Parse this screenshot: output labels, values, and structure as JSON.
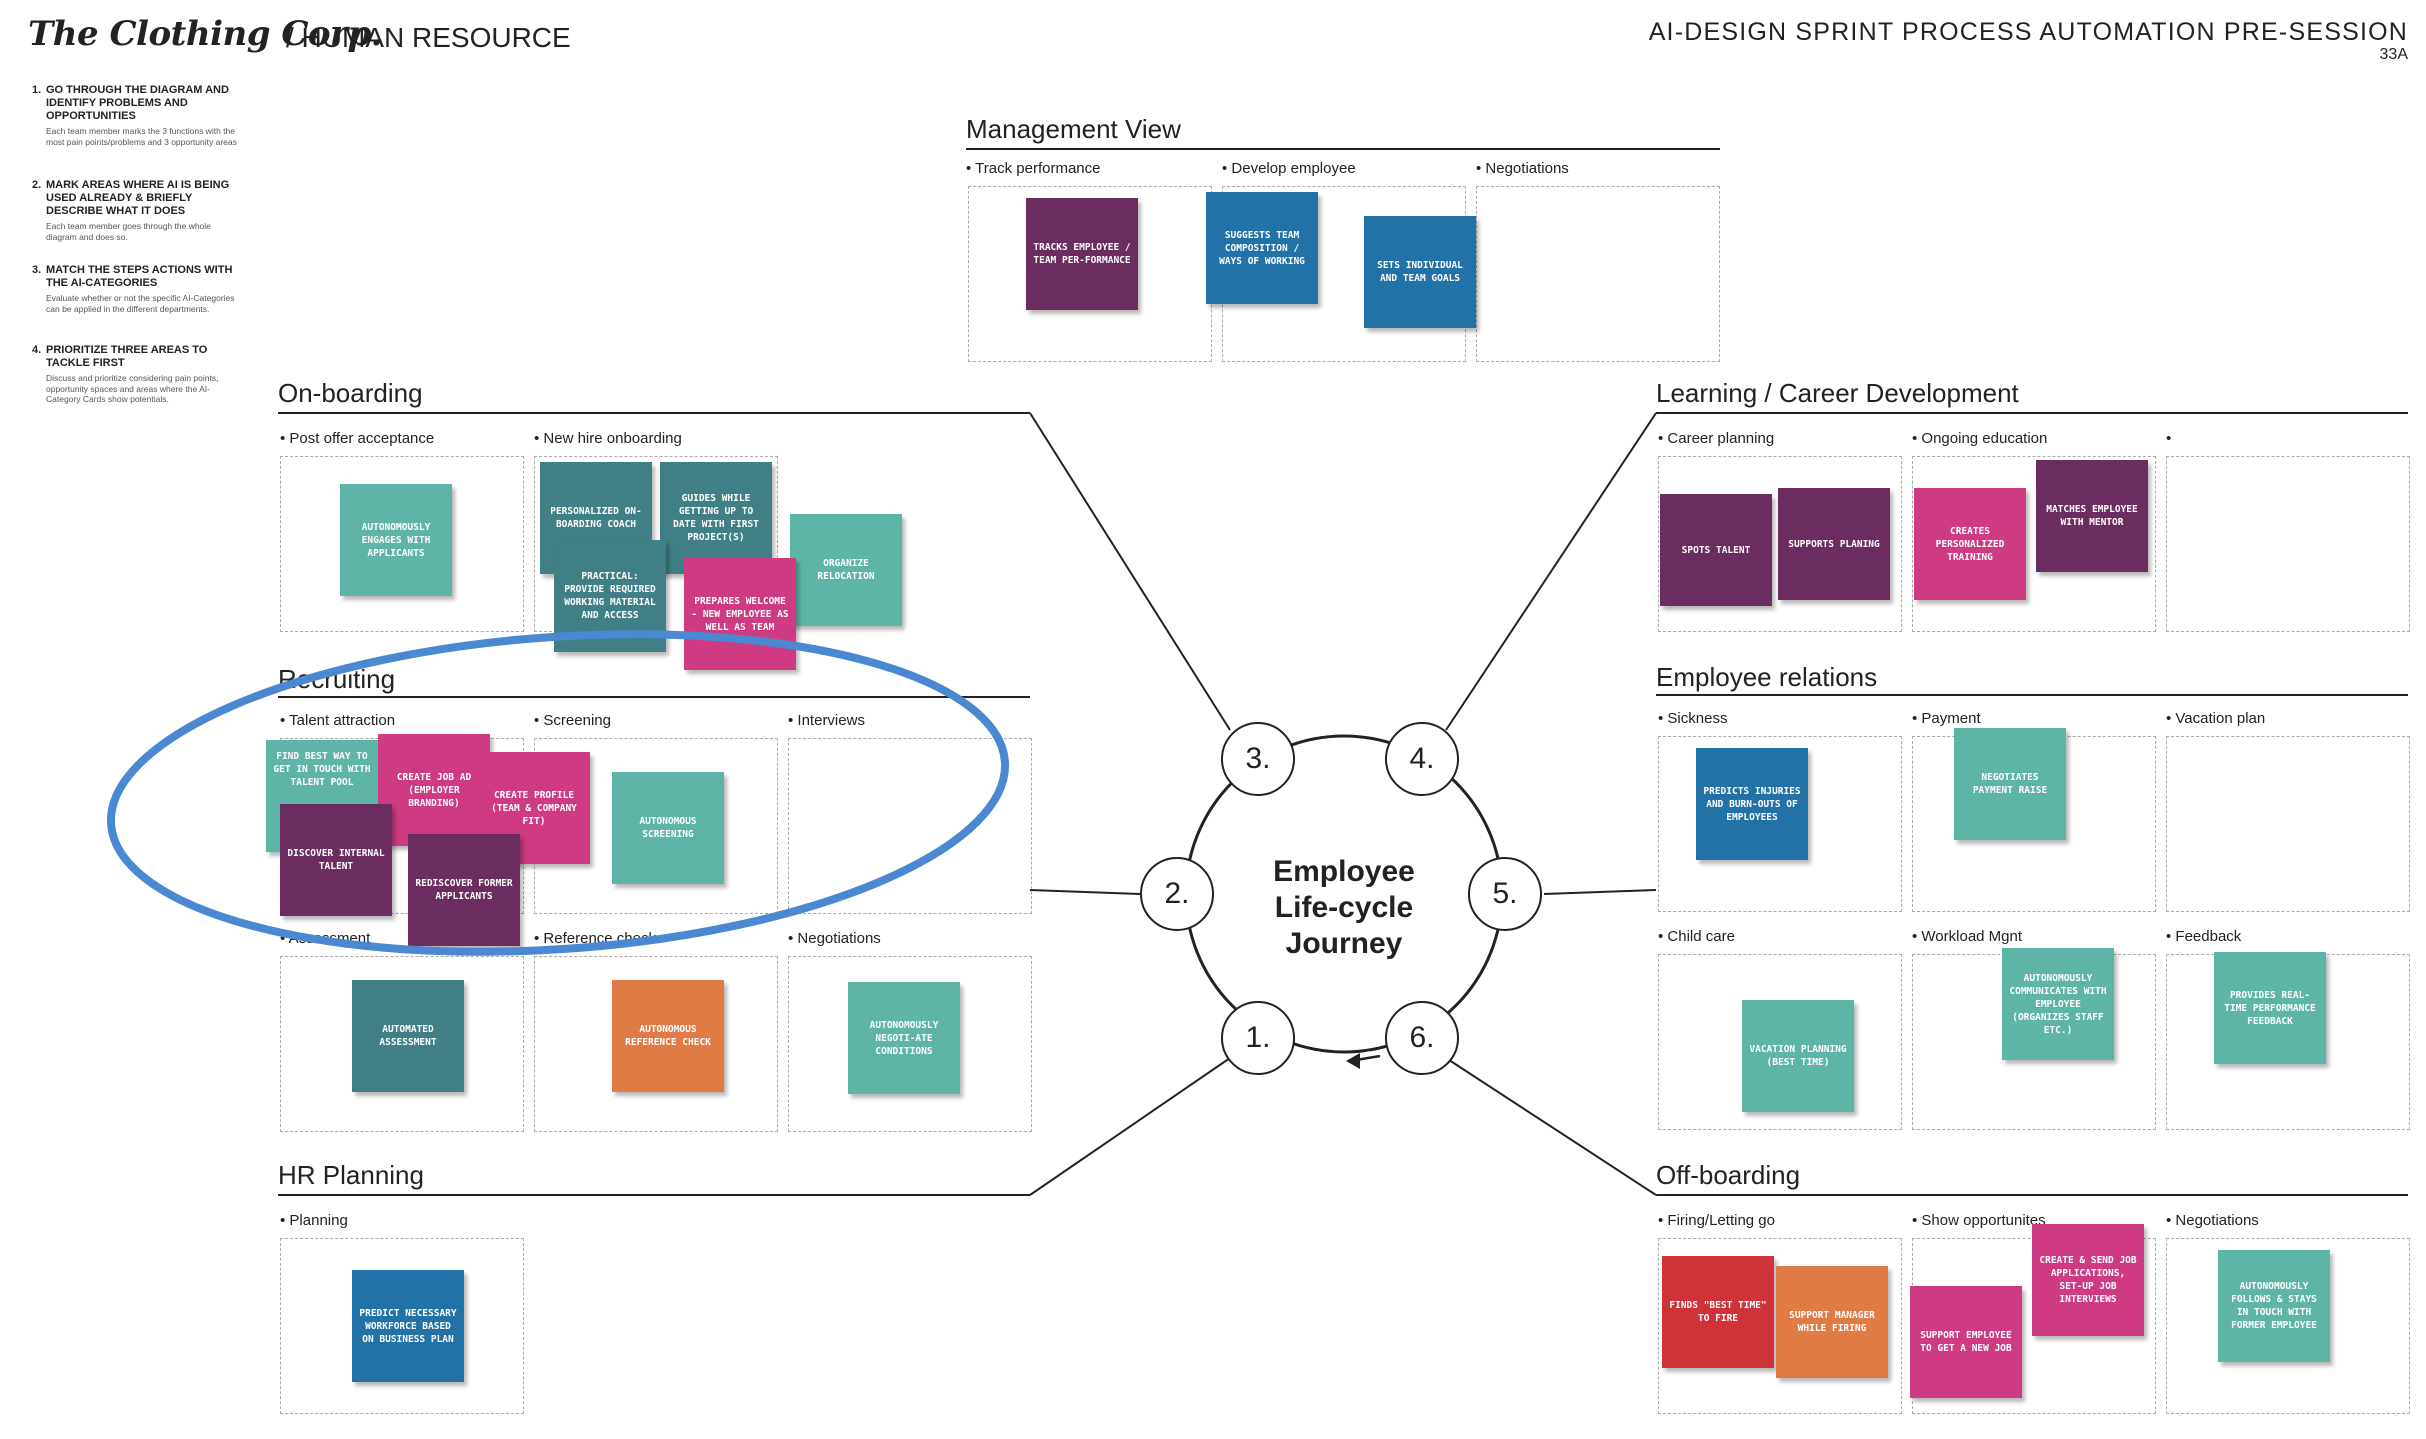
{
  "header": {
    "logo": "The Clothing Corp.",
    "dept": "/ HUMAN RESOURCE",
    "project": "AI-DESIGN SPRINT PROCESS AUTOMATION PRE-SESSION",
    "page": "33A"
  },
  "instructions": [
    {
      "num": "1.",
      "title": "GO THROUGH THE DIAGRAM AND IDENTIFY PROBLEMS AND OPPORTUNITIES",
      "desc": "Each team member marks the 3 functions with the most pain points/problems and 3 opportunity areas"
    },
    {
      "num": "2.",
      "title": "MARK AREAS WHERE AI IS BEING USED ALREADY & BRIEFLY DESCRIBE WHAT IT DOES",
      "desc": "Each team member goes through the whole diagram and does so."
    },
    {
      "num": "3.",
      "title": "MATCH THE STEPS ACTIONS WITH THE AI-CATEGORIES",
      "desc": "Evaluate whether or not the specific AI-Categories can be applied in the different departments."
    },
    {
      "num": "4.",
      "title": "PRIORITIZE THREE AREAS TO TACKLE FIRST",
      "desc": "Discuss and prioritize considering pain points, opportunity spaces and areas where the AI-Category Cards show potentials."
    }
  ],
  "center": {
    "line1": "Employee",
    "line2": "Life-cycle",
    "line3": "Journey"
  },
  "steps": [
    "1.",
    "2.",
    "3.",
    "4.",
    "5.",
    "6."
  ],
  "colors": {
    "purple": "#6b2c60",
    "blue": "#2272a8",
    "teal": "#5fb4a8",
    "darkteal": "#3f7f85",
    "pink": "#cf3b83",
    "orange": "#e07b45",
    "red": "#cf3238",
    "highlight": "#4a88d2"
  },
  "sections": {
    "management": {
      "title": "Management View",
      "cats": [
        "• Track performance",
        "• Develop employee",
        "• Negotiations"
      ],
      "notes": [
        "TRACKS EMPLOYEE / TEAM PER-FORMANCE",
        "SUGGESTS TEAM COMPOSITION / WAYS OF WORKING",
        "SETS INDIVIDUAL AND TEAM GOALS"
      ]
    },
    "onboarding": {
      "title": "On-boarding",
      "cats": [
        "• Post offer acceptance",
        "• New hire onboarding"
      ],
      "notes": [
        "AUTONOMOUSLY ENGAGES WITH APPLICANTS",
        "PERSONALIZED ON-BOARDING COACH",
        "GUIDES WHILE GETTING UP TO DATE WITH FIRST PROJECT(S)",
        "ORGANIZE RELOCATION",
        "PRACTICAL: PROVIDE REQUIRED WORKING MATERIAL AND ACCESS",
        "PREPARES WELCOME - NEW EMPLOYEE AS WELL AS TEAM"
      ]
    },
    "recruiting": {
      "title": "Recruiting",
      "cats": [
        "• Talent attraction",
        "• Screening",
        "• Interviews",
        "• Assessment",
        "• Reference check",
        "• Negotiations"
      ],
      "notes": [
        "FIND BEST WAY TO GET IN TOUCH WITH TALENT POOL",
        "CREATE JOB AD (EMPLOYER BRANDING)",
        "CREATE PROFILE (TEAM & COMPANY FIT)",
        "DISCOVER INTERNAL TALENT",
        "REDISCOVER FORMER APPLICANTS",
        "AUTONOMOUS SCREENING",
        "AUTOMATED ASSESSMENT",
        "AUTONOMOUS REFERENCE CHECK",
        "AUTONOMOUSLY NEGOTI-ATE CONDITIONS"
      ]
    },
    "hrplanning": {
      "title": "HR Planning",
      "cats": [
        "• Planning"
      ],
      "notes": [
        "PREDICT NECESSARY WORKFORCE BASED ON BUSINESS PLAN"
      ]
    },
    "learning": {
      "title": "Learning / Career Development",
      "cats": [
        "• Career planning",
        "• Ongoing education",
        "•"
      ],
      "notes": [
        "SPOTS TALENT",
        "SUPPORTS PLANING",
        "CREATES PERSONALIZED TRAINING",
        "MATCHES EMPLOYEE WITH MENTOR"
      ]
    },
    "relations": {
      "title": "Employee relations",
      "cats": [
        "• Sickness",
        "• Payment",
        "• Vacation plan",
        "• Child care",
        "• Workload Mgnt",
        "• Feedback"
      ],
      "notes": [
        "PREDICTS INJURIES AND BURN-OUTS OF EMPLOYEES",
        "NEGOTIATES PAYMENT RAISE",
        "VACATION PLANNING (BEST TIME)",
        "AUTONOMOUSLY COMMUNICATES WITH EMPLOYEE (ORGANIZES STAFF ETC.)",
        "PROVIDES REAL-TIME PERFORMANCE FEEDBACK"
      ]
    },
    "offboarding": {
      "title": "Off-boarding",
      "cats": [
        "• Firing/Letting go",
        "• Show opportunites",
        "• Negotiations"
      ],
      "notes": [
        "FINDS \"BEST TIME\" TO FIRE",
        "SUPPORT MANAGER WHILE FIRING",
        "SUPPORT EMPLOYEE TO GET A NEW JOB",
        "CREATE & SEND JOB APPLICATIONS, SET-UP JOB INTERVIEWS",
        "AUTONOMOUSLY FOLLOWS & STAYS IN TOUCH WITH FORMER EMPLOYEE"
      ]
    }
  }
}
